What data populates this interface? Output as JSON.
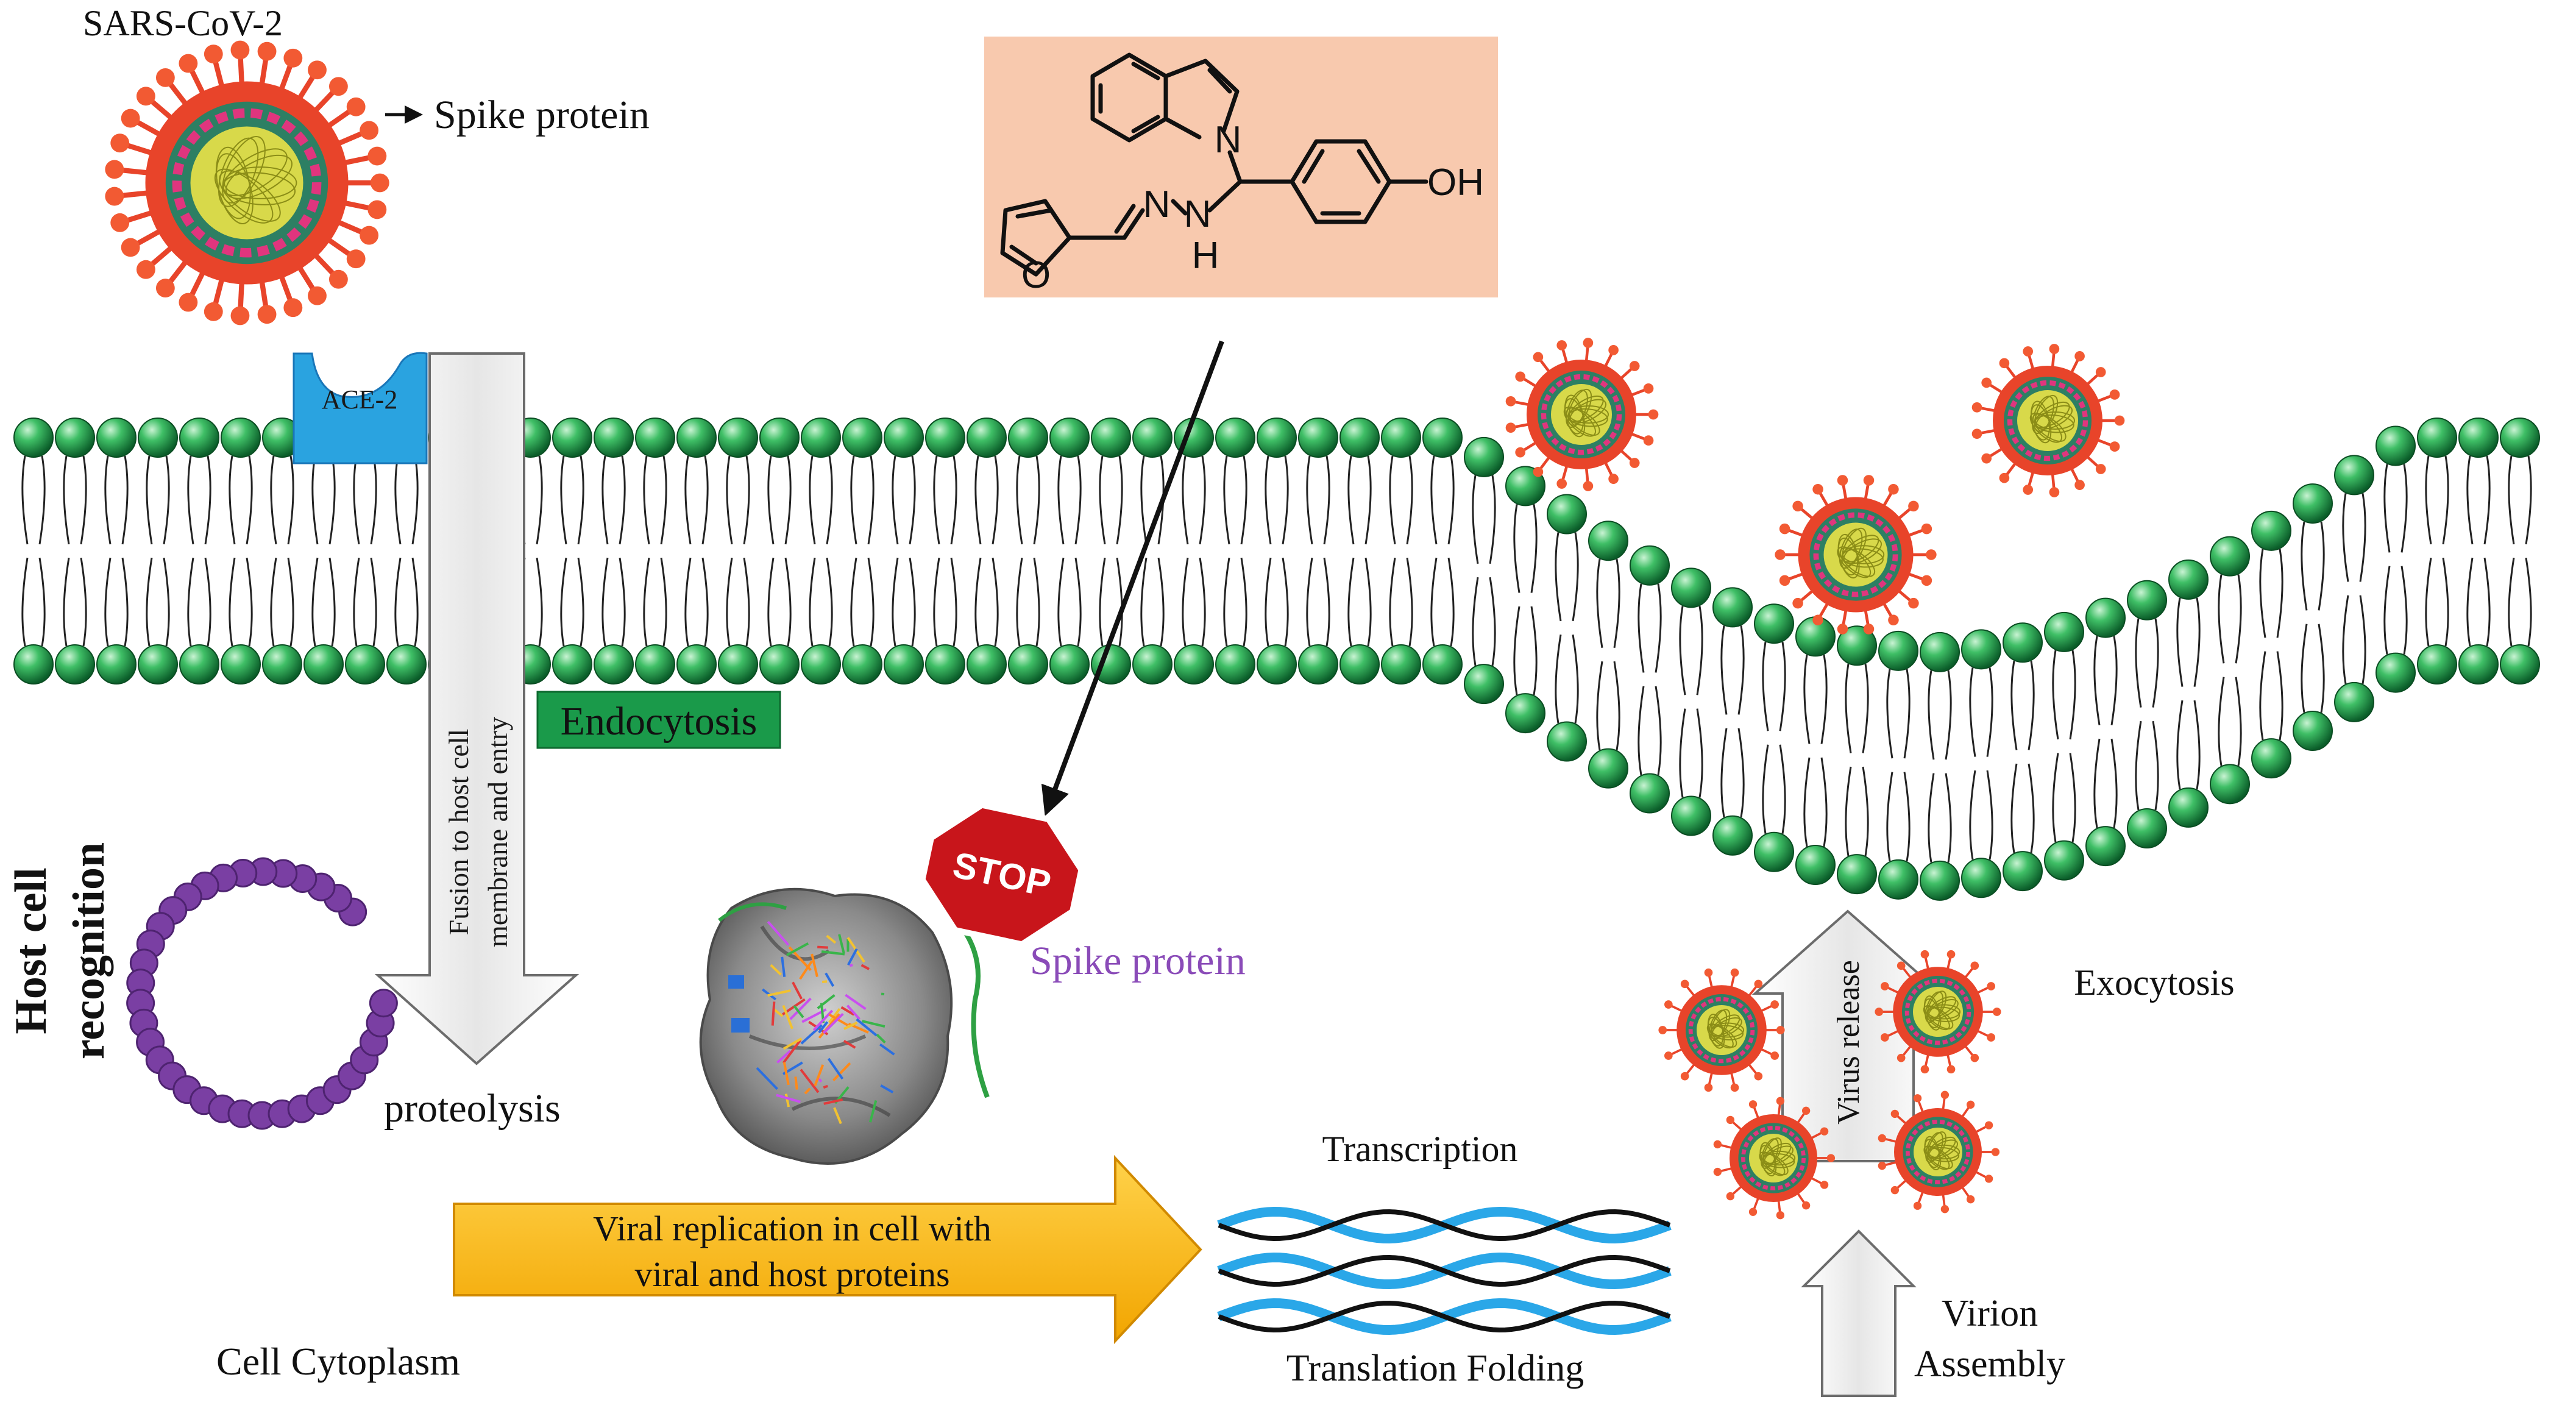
{
  "labels": {
    "virus_name": "SARS-CoV-2",
    "spike_top": "Spike protein",
    "receptor": "ACE-2",
    "endocytosis": "Endocytosis",
    "fusion_line1": "Fusion to host cell",
    "fusion_line2": "membrane and entry",
    "host_line1": "Host cell",
    "host_line2": "recognition",
    "proteolysis": "proteolysis",
    "stop": "STOP",
    "spike_docked": "Spike protein",
    "replication_line1": "Viral replication in cell with",
    "replication_line2": "viral and host proteins",
    "transcription": "Transcription",
    "translation": "Translation Folding",
    "cytoplasm": "Cell Cytoplasm",
    "virus_release": "Virus release",
    "exocytosis": "Exocytosis",
    "virion_line1": "Virion",
    "virion_line2": "Assembly"
  },
  "molecule": {
    "atom_n1": "N",
    "atom_n2": "N",
    "atom_n3": "N",
    "atom_h": "H",
    "atom_o": "O",
    "atom_oh": "OH"
  },
  "colors": {
    "lipid_head": "#1f9a4a",
    "ace2": "#2aa3e0",
    "endocytosis_box": "#1a9a4a",
    "molecule_bg": "#f8c9ae",
    "replication_arrow": "#ffb400",
    "stop_red": "#c8151b",
    "spike_label": "#8a4bb8",
    "virus_red": "#e8442a",
    "proteolysis_chain": "#7a3fa3"
  }
}
